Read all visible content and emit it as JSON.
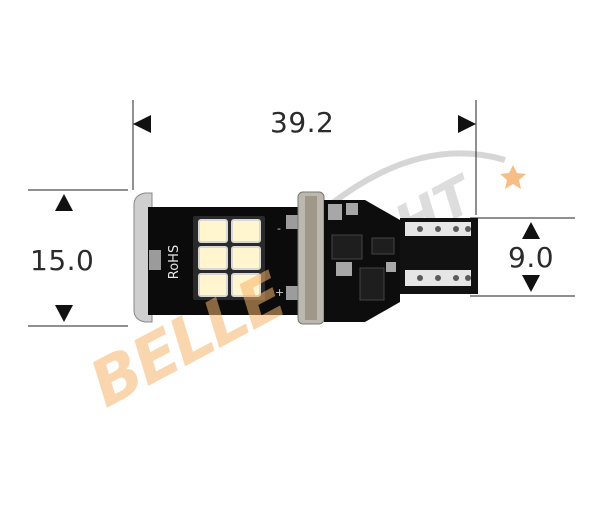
{
  "dimensions": {
    "overall_length": "39.2",
    "body_height": "15.0",
    "base_height": "9.0"
  },
  "product": {
    "pcb_marking": "RoHS",
    "polarity_positive": "+",
    "polarity_negative": "-",
    "led_count": 6
  },
  "watermark": {
    "text": "BELLELIGHT"
  },
  "colors": {
    "background": "#ffffff",
    "dimension_lines": "#222222",
    "pcb": "#0b0b0b",
    "led_face": "#fff6cf",
    "led_frame": "#d6d6d6",
    "watermark": "#f6b56b",
    "watermark_alt": "#c9c9c9"
  }
}
